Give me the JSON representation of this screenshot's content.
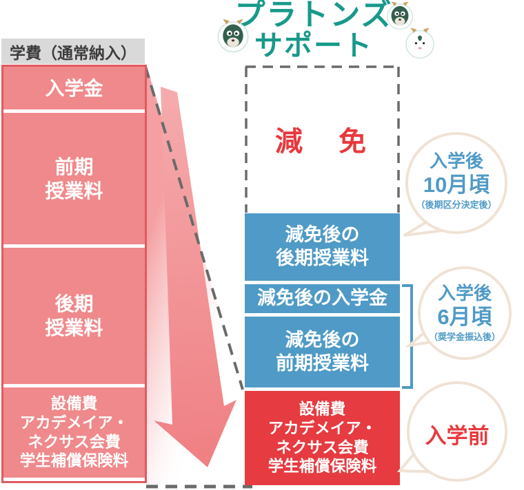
{
  "title": {
    "line1": "プラトンズ",
    "line2": "サポート"
  },
  "colors": {
    "title_teal": "#17998b",
    "fee_pink": "#f0898b",
    "fee_border_red": "#e05a60",
    "reduced_blue": "#4f9ac6",
    "pre_admission_red": "#e63b40",
    "exemption_red": "#e8393d",
    "header_gray": "#d9d9d9",
    "dash_gray": "#6a6a6a",
    "bubble_border": "#f0e2d4"
  },
  "left_column": {
    "header": "学費（通常納入）",
    "blocks": [
      {
        "lines": [
          "入学金"
        ]
      },
      {
        "lines": [
          "前期",
          "授業料"
        ]
      },
      {
        "lines": [
          "後期",
          "授業料"
        ]
      },
      {
        "lines": [
          "設備費",
          "アカデメイア・",
          "ネクサス会費",
          "学生補償保険料"
        ]
      }
    ]
  },
  "right_column": {
    "exemption_label": "減　免",
    "blocks": [
      {
        "lines": [
          "減免後の",
          "後期授業料"
        ]
      },
      {
        "lines": [
          "減免後の入学金"
        ]
      },
      {
        "lines": [
          "減免後の",
          "前期授業料"
        ]
      },
      {
        "lines": [
          "設備費",
          "アカデメイア・",
          "ネクサス会費",
          "学生補償保険料"
        ]
      }
    ]
  },
  "bubbles": [
    {
      "lines": [
        "入学後",
        "10月頃",
        "（後期区分決定後）"
      ]
    },
    {
      "lines": [
        "入学後",
        "6月頃",
        "（奨学金振込後）"
      ]
    },
    {
      "lines": [
        "入学前"
      ]
    }
  ],
  "mascots": [
    "goat-mascot-left",
    "goat-mascot-top-right",
    "goat-mascot-right"
  ]
}
